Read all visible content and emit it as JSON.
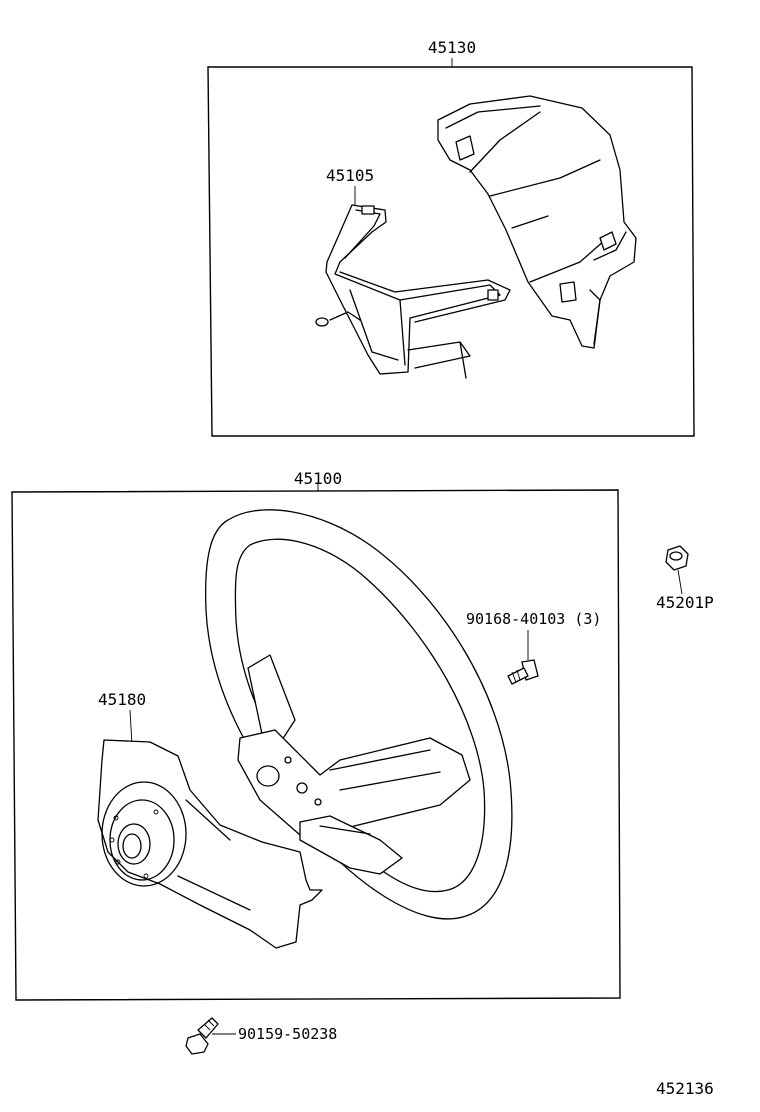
{
  "labels": {
    "group_top": "45130",
    "bracket": "45105",
    "group_wheel": "45100",
    "pad": "45180",
    "screw": "90168-40103 (3)",
    "nut": "45201P",
    "bolt": "90159-50238",
    "diagram_id": "452136"
  }
}
